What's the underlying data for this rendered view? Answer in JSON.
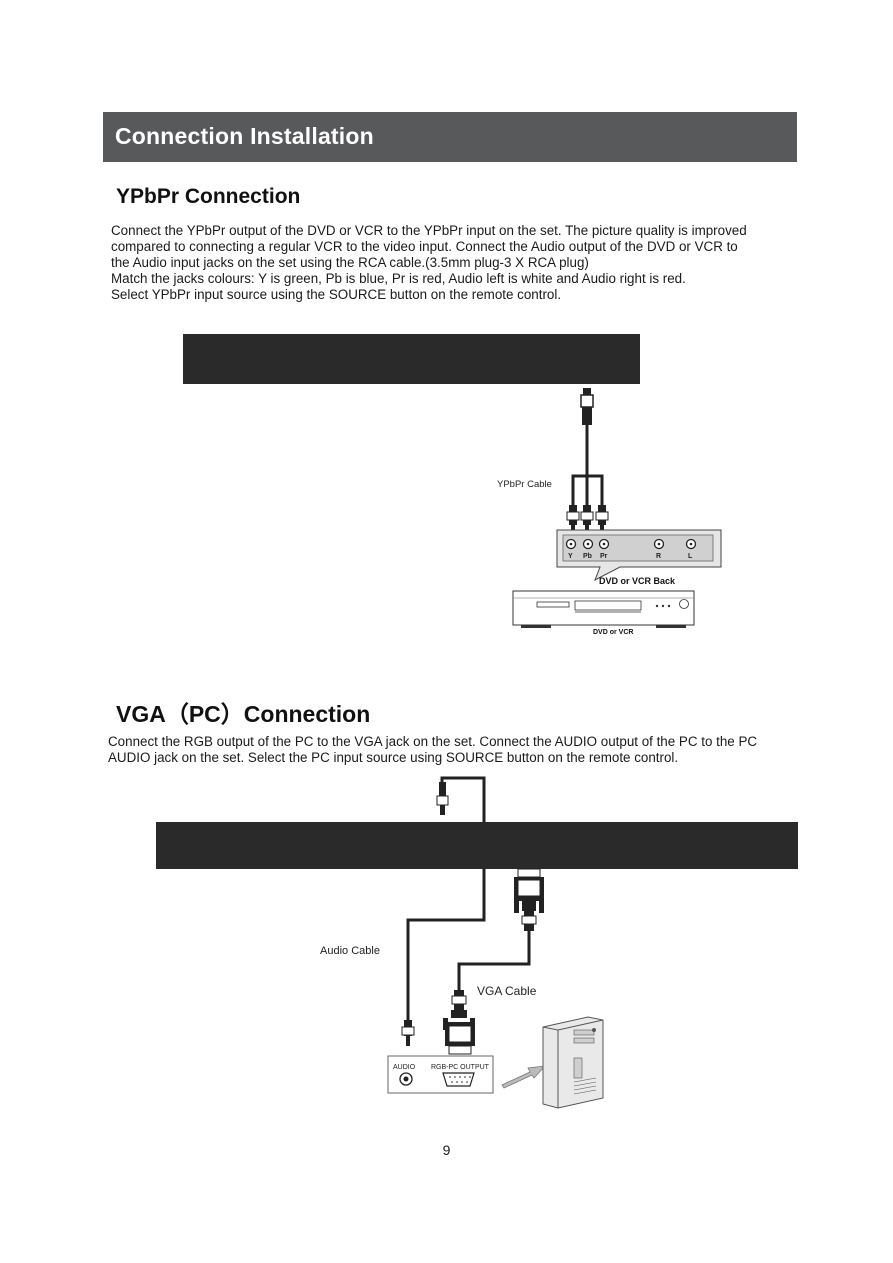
{
  "header": {
    "title": "Connection  Installation"
  },
  "ypbpr": {
    "heading": "YPbPr Connection",
    "paragraph": "Connect the YPbPr output of the DVD or VCR to the YPbPr input on the set. The picture quality is improved\ncompared to connecting a regular VCR to the video input. Connect the Audio output of the DVD or VCR to\nthe Audio input jacks on the set using the RCA cable.(3.5mm plug-3 X RCA plug)\nMatch the jacks colours: Y is green, Pb is blue, Pr is red, Audio left is white and Audio right is red.\n Select YPbPr input source using the SOURCE button on the remote control.",
    "cable_label": "YPbPr Cable",
    "jack_labels": [
      "Y",
      "Pb",
      "Pr",
      "R",
      "L"
    ],
    "device_back_label": "DVD or VCR Back",
    "device_label": "DVD or VCR"
  },
  "vga": {
    "heading": "VGA（PC）Connection",
    "paragraph": "Connect the RGB output of the PC to the VGA jack on the set. Connect the AUDIO output of the PC to the PC\nAUDIO jack on the set. Select the PC input source using SOURCE button on the remote control.",
    "audio_cable_label": "Audio Cable",
    "vga_cable_label": "VGA Cable",
    "audio_port_label": "AUDIO",
    "rgb_port_label": "RGB-PC OUTPUT"
  },
  "icons": [
    "rca-plug-icon",
    "dvd-player-icon",
    "vga-connector-icon",
    "pc-tower-icon",
    "arrow-icon"
  ],
  "footer": {
    "page_number": "9"
  }
}
